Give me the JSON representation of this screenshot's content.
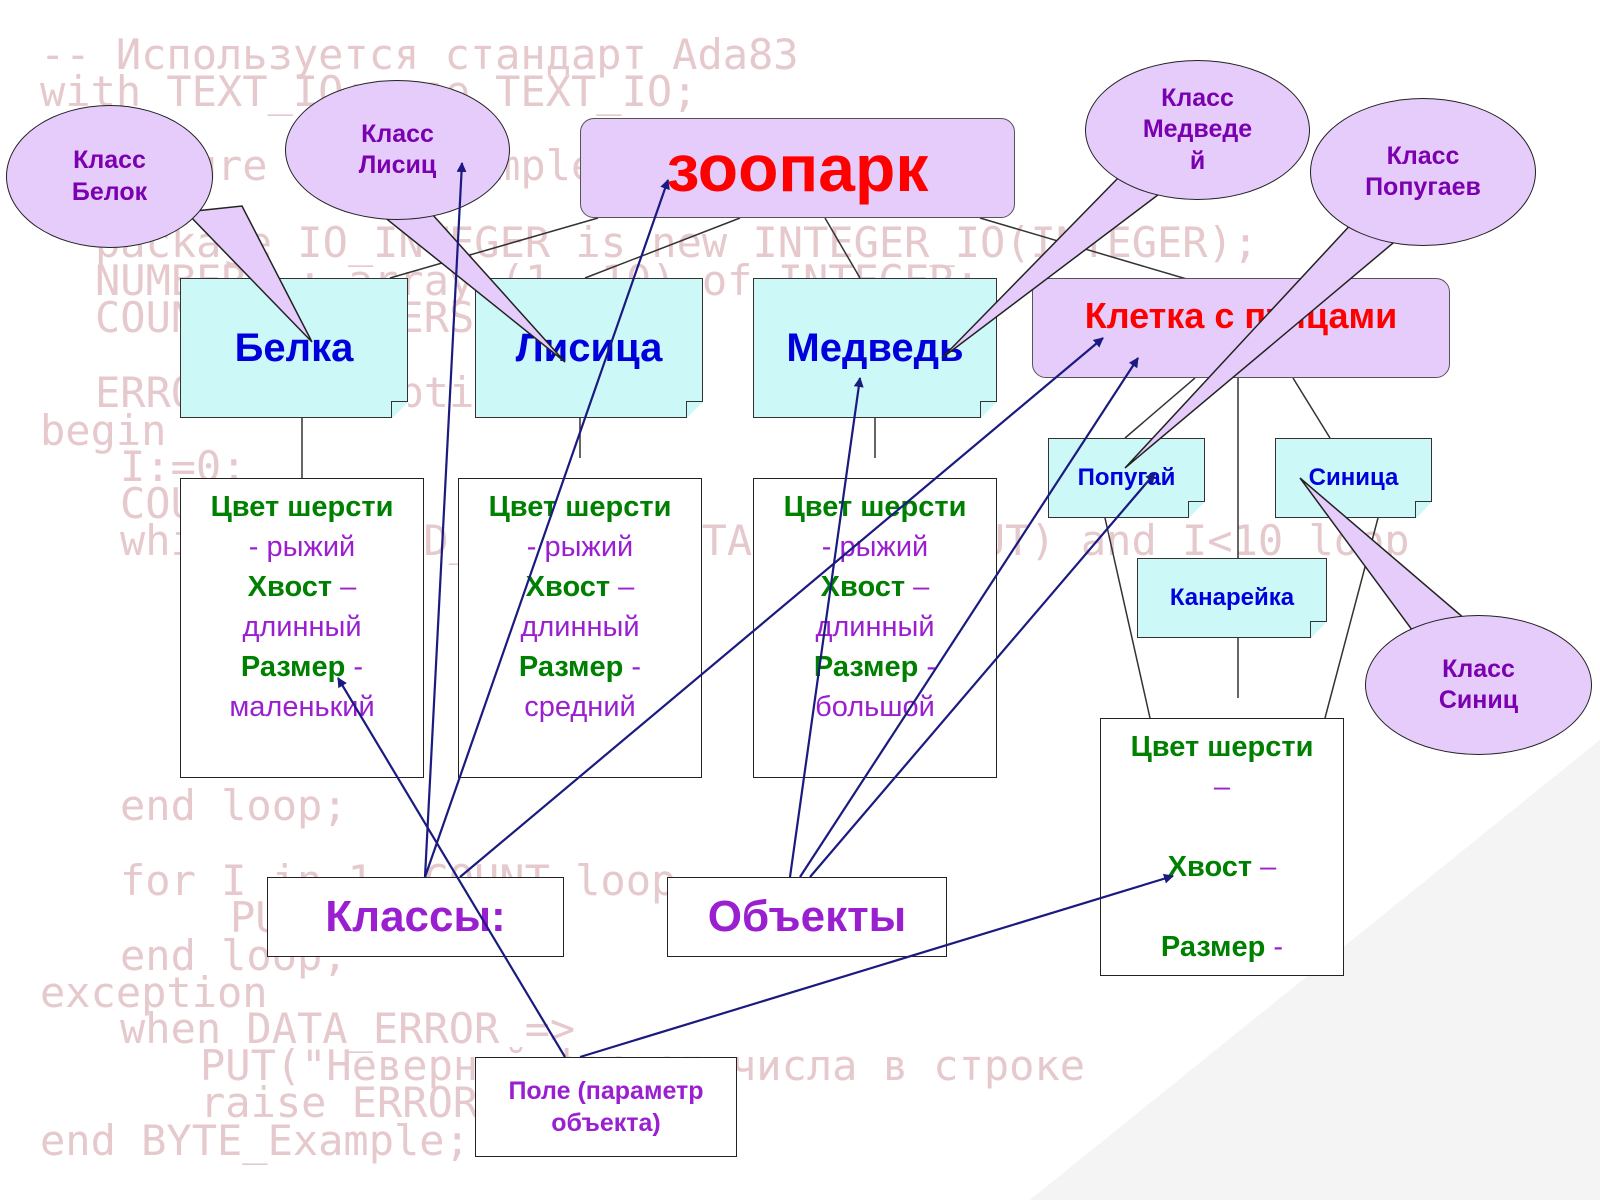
{
  "background_code": [
    "-- Используется стандарт Ada83",
    "with TEXT_IO; use TEXT_IO;",
    "procedure BYTE_Example is",
    "package IO_INTEGER is new INTEGER_IO(INTEGER);",
    "NUMBERS : array (1..10) of INTEGER;",
    "COUNT : NUMBERS'RANGE;",
    "ERROR : exception;",
    "begin",
    "I:=0;",
    "COUNT",
    "while not END_OF_FILE(STANDARD_INPUT) and I<10 loop",
    "end loop;",
    "for I in 1..COUNT loop",
    "PUT(I));",
    "end loop;",
    "exception",
    "when DATA_ERROR =>",
    "PUT(\"Неверный формат числа в строке",
    "raise ERROR;",
    "end BYTE_Example;"
  ],
  "diagram": {
    "root": "зоопарк",
    "classes": [
      {
        "name": "Белка",
        "fur_label": "Цвет шерсти",
        "fur_value": "- рыжий",
        "tail_label": "Хвост",
        "tail_dash": " –",
        "tail_value": "длинный",
        "size_label": "Размер",
        "size_dash": " -",
        "size_value": "маленький"
      },
      {
        "name": "Лисица",
        "fur_label": "Цвет шерсти",
        "fur_value": "- рыжий",
        "tail_label": "Хвост",
        "tail_dash": " –",
        "tail_value": "длинный",
        "size_label": "Размер",
        "size_dash": " -",
        "size_value": "средний"
      },
      {
        "name": "Медведь",
        "fur_label": "Цвет шерсти",
        "fur_value": "- рыжий",
        "tail_label": "Хвост",
        "tail_dash": " –",
        "tail_value": "длинный",
        "size_label": "Размер",
        "size_dash": " -",
        "size_value": "большой"
      }
    ],
    "bird_cage": {
      "name": "Клетка с птицами",
      "birds": [
        "Попугай",
        "Синица",
        "Канарейка"
      ],
      "fur_label": "Цвет шерсти",
      "fur_dash": "–",
      "tail_label": "Хвост",
      "tail_dash": " –",
      "size_label": "Размер",
      "size_dash": " -"
    },
    "callouts": [
      "Класс Белок",
      "Класс Лисиц",
      "Класс Медведе й",
      "Класс Попугаев",
      "Класс Синиц"
    ],
    "legend": {
      "classes_label": "Классы:",
      "objects_label": "Объекты",
      "field_label": "Поле (параметр объекта)"
    }
  },
  "colors": {
    "title_red": "#ff0000",
    "class_blue": "#0000dd",
    "prop_green": "#008000",
    "value_purple": "#9a1fd0",
    "arrow_navy": "#1a1a80",
    "cyan_fill": "#ccf8f8",
    "lavender_fill": "#e6ccfa"
  }
}
